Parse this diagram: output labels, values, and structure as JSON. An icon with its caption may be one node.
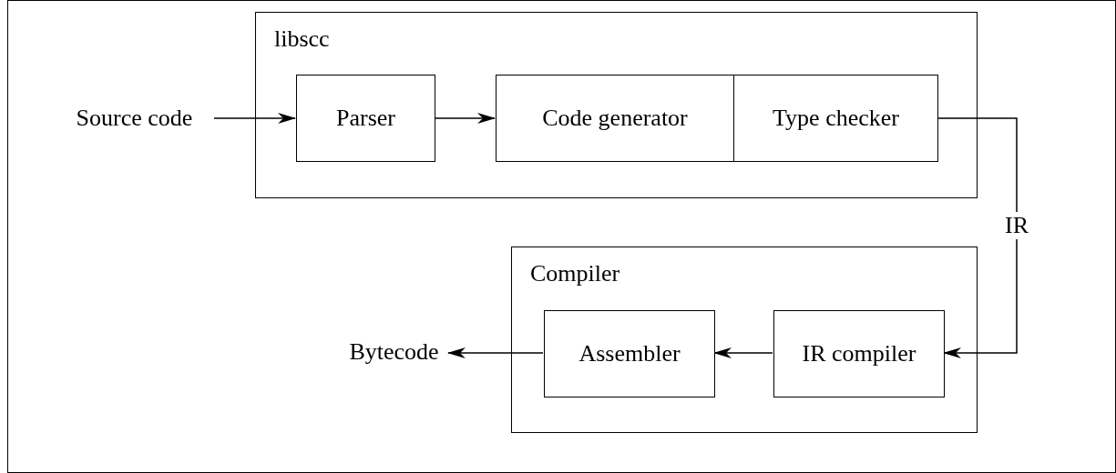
{
  "diagram": {
    "nodes": [
      {
        "text": [
          "libscc"
        ]
      },
      {
        "text": [
          "Source code"
        ]
      },
      {
        "text": [
          "Parser"
        ],
        "in": 0
      },
      {
        "text": [
          "Code generator"
        ],
        "in": 0
      },
      {
        "text": [
          "Type checker"
        ],
        "in": 0
      },
      {
        "text": [
          "Compiler"
        ]
      },
      {
        "text": [
          "Assembler"
        ],
        "in": 5
      },
      {
        "text": [
          "IR compiler"
        ],
        "in": 5
      },
      {
        "text": [
          "Bytecode"
        ]
      }
    ],
    "edges": [
      {
        "from": 1,
        "to": 2,
        "arrow": "to"
      },
      {
        "from": 2,
        "to": 3,
        "arrow": "to"
      },
      {
        "from": 4,
        "to": 7,
        "arrow": "to",
        "label": "IR"
      },
      {
        "from": 7,
        "to": 6,
        "arrow": "to"
      },
      {
        "from": 6,
        "to": 8,
        "arrow": "to"
      }
    ]
  }
}
